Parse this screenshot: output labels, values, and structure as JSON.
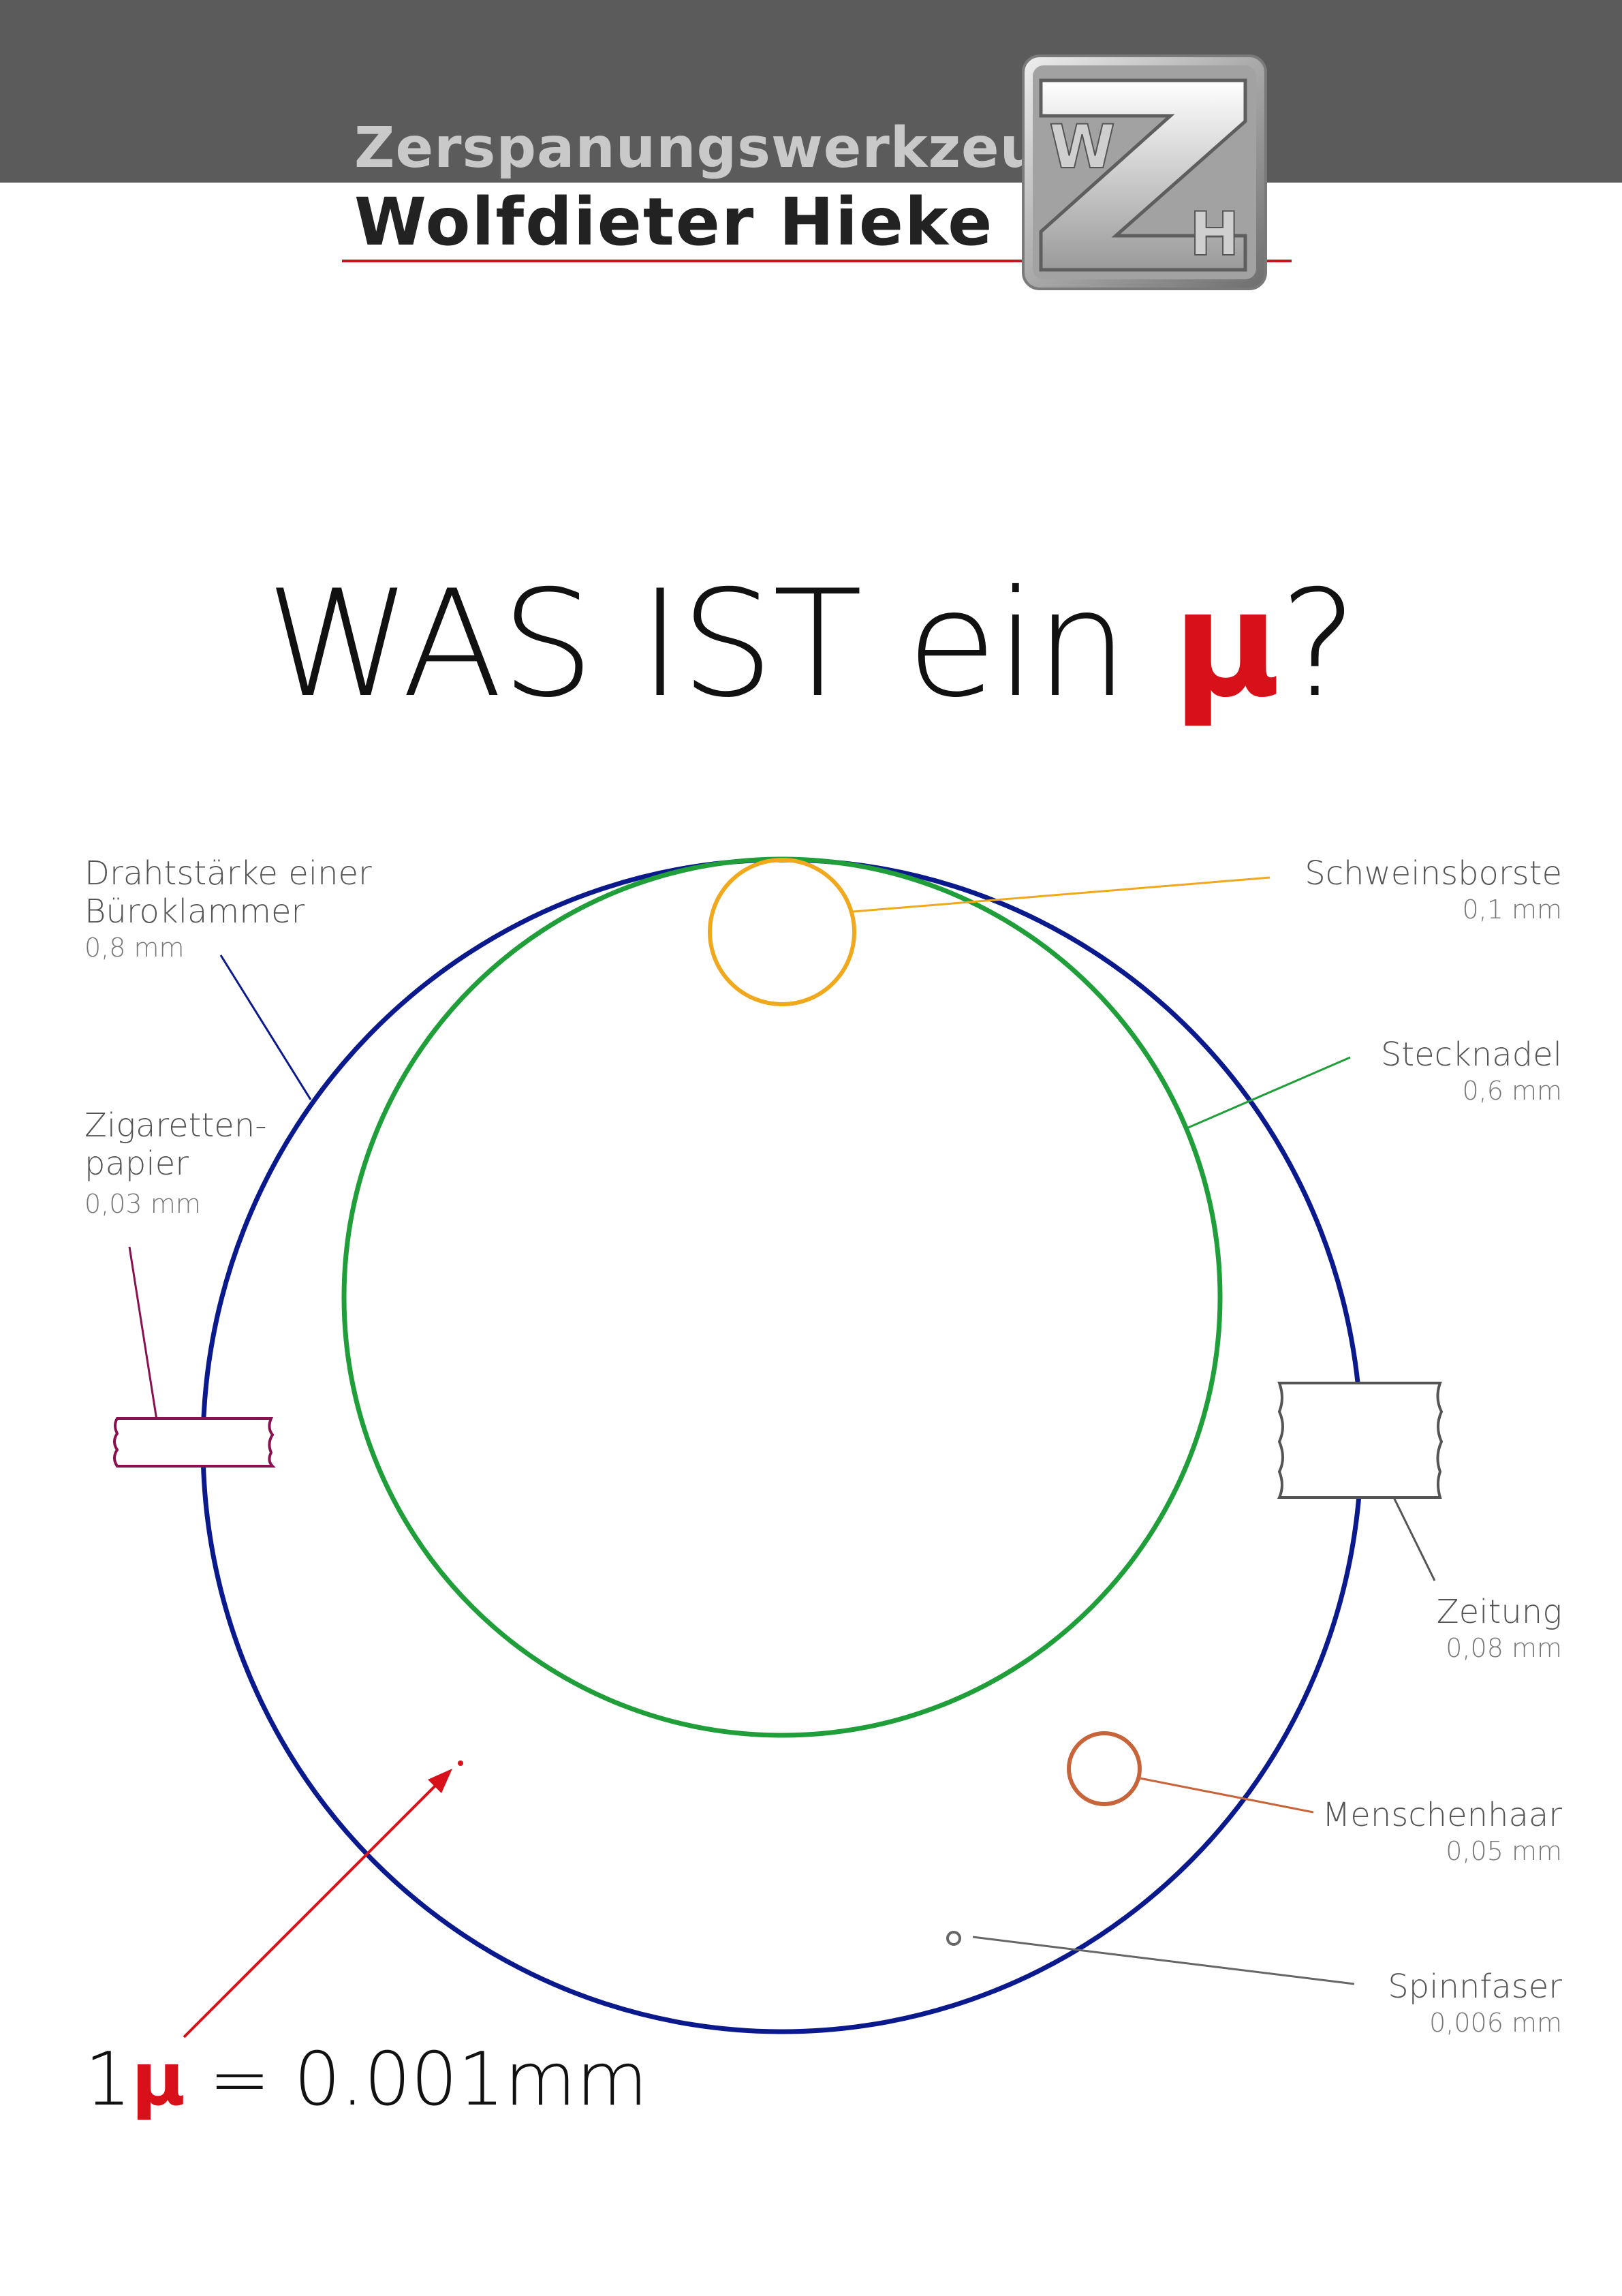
{
  "header": {
    "line1": "Zerspanungswerkzeuge",
    "line2": "Wolfdieter Hieke",
    "logo_letters": [
      "W",
      "Z",
      "H"
    ]
  },
  "title": {
    "prefix": "WAS IST ein ",
    "symbol": "µ",
    "suffix": "?"
  },
  "items": [
    {
      "name": "Drahtstärke einer Büroklammer",
      "name_line1": "Drahtstärke einer",
      "name_line2": "Büroklammer",
      "value": "0,8 mm",
      "color": "#0a1a8c"
    },
    {
      "name": "Schweinsborste",
      "value": "0,1 mm",
      "color": "#f0a81c"
    },
    {
      "name": "Stecknadel",
      "value": "0,6 mm",
      "color": "#1f9e3a"
    },
    {
      "name": "Zigarettenpapier",
      "name_line1": "Zigaretten-",
      "name_line2": "papier",
      "value": "0,03 mm",
      "color": "#8a1050"
    },
    {
      "name": "Zeitung",
      "value": "0,08 mm",
      "color": "#555555"
    },
    {
      "name": "Menschenhaar",
      "value": "0,05 mm",
      "color": "#c8643a"
    },
    {
      "name": "Spinnfaser",
      "value": "0,006 mm",
      "color": "#666666"
    }
  ],
  "formula": {
    "number": "1",
    "symbol": "µ",
    "rest": " = 0.001mm"
  },
  "colors": {
    "accent": "#d8101a",
    "header_bg": "#5b5b5b"
  }
}
